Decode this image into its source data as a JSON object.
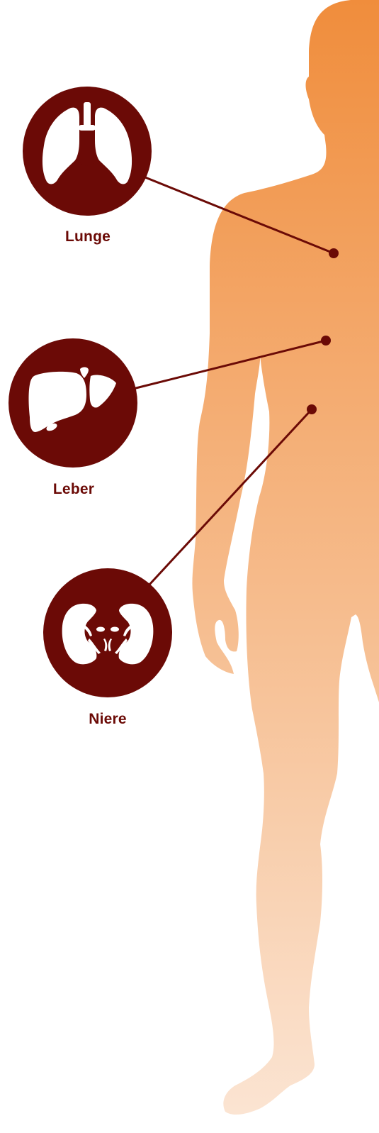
{
  "colors": {
    "organ_dark": "#6b0a06",
    "body_top": "#f08d3c",
    "body_bottom": "#fbe4d2",
    "icon_fill": "#ffffff"
  },
  "organs": [
    {
      "id": "lunge",
      "label": "Lunge",
      "icon": "lungs-icon"
    },
    {
      "id": "leber",
      "label": "Leber",
      "icon": "liver-icon"
    },
    {
      "id": "niere",
      "label": "Niere",
      "icon": "kidneys-icon"
    }
  ]
}
